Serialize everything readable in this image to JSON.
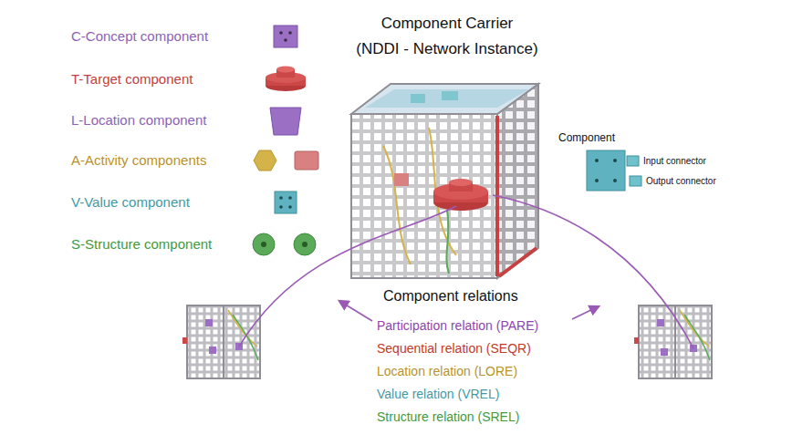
{
  "diagram": {
    "nodes": [
      {
        "text": [
          "Component Carrier",
          "(NDDI - Network Instance)"
        ]
      },
      {
        "text": [
          "Component"
        ]
      }
    ],
    "labels": [
      "Component relations",
      "Participation relation (PARE)",
      "Sequential relation (SEQR)",
      "Location relation (LORE)",
      "Value relation (VREL)",
      "Structure relation (SREL)",
      "Input connector",
      "Output connector"
    ],
    "legend": [
      {
        "text": "C-Concept component"
      },
      {
        "text": "T-Target component"
      },
      {
        "text": "L-Location component"
      },
      {
        "text": "A-Activity components"
      },
      {
        "text": "V-Value component"
      },
      {
        "text": "S-Structure component"
      }
    ]
  }
}
